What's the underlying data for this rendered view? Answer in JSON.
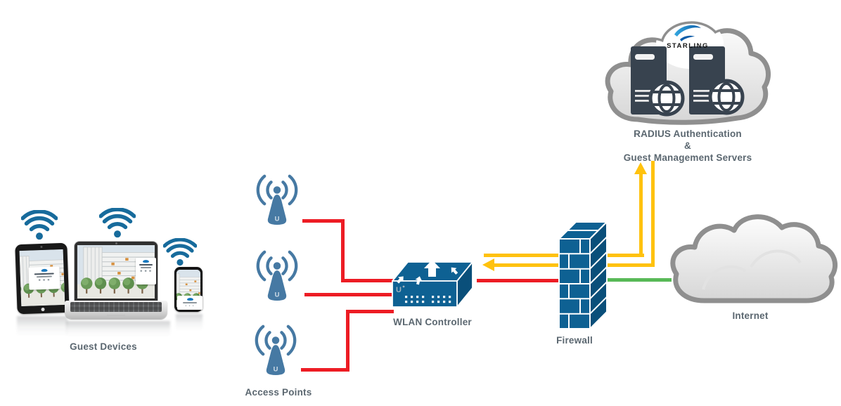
{
  "diagram_type": "wireless-guest-access network topology",
  "nodes": {
    "guest_devices": {
      "label": "Guest Devices",
      "device_count": 3
    },
    "access_points": {
      "label": "Access Points",
      "count": 3
    },
    "wlan_controller": {
      "label": "WLAN Controller"
    },
    "firewall": {
      "label": "Firewall"
    },
    "internet": {
      "label": "Internet"
    },
    "radius_servers": {
      "label_line1": "RADIUS Authentication",
      "label_line2": "&",
      "label_line3": "Guest Management Servers",
      "logo_text": "STARLING",
      "server_count": 2
    }
  },
  "connections": [
    {
      "from": "access-point-1",
      "to": "wlan-controller",
      "color": "#ED1C24",
      "style": "elbow"
    },
    {
      "from": "access-point-2",
      "to": "wlan-controller",
      "color": "#ED1C24",
      "style": "straight"
    },
    {
      "from": "access-point-3",
      "to": "wlan-controller",
      "color": "#ED1C24",
      "style": "elbow"
    },
    {
      "from": "wlan-controller",
      "to": "firewall",
      "color": "#ED1C24",
      "style": "straight"
    },
    {
      "from": "wlan-controller",
      "to": "radius-servers",
      "color": "#FFC20E",
      "arrow": "up",
      "via": "firewall"
    },
    {
      "from": "radius-servers",
      "to": "wlan-controller",
      "color": "#FFC20E",
      "arrow": "left",
      "via": "firewall"
    },
    {
      "from": "firewall",
      "to": "internet",
      "color": "#58B957",
      "style": "straight"
    }
  ],
  "colors": {
    "red": "#ED1C24",
    "yellow": "#FFC20E",
    "green": "#58B957",
    "node_blue": "#0E6193",
    "node_blue_dark": "#0A527E",
    "ap_blue": "#4679A3",
    "wifi_blue": "#176B9C",
    "label_gray": "#5B6770",
    "cloud_border": "#8F8F8F",
    "cloud_fill": "#EFEFEF",
    "server_slate": "#38434F",
    "logo_blue": "#1878BE"
  }
}
